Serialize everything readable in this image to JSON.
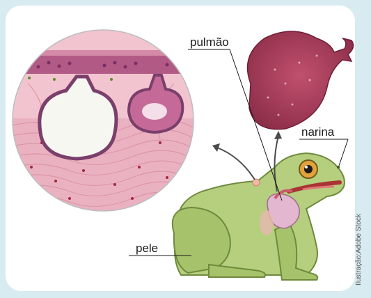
{
  "labels": {
    "pulmao": "pulmão",
    "narina": "narina",
    "pele": "pele"
  },
  "credit": "Ilustração:Adobe Stock",
  "colors": {
    "background": "#d8ebf0",
    "panel": "#ffffff",
    "frog_body": "#b5cf7e",
    "frog_outline": "#6e8a3c",
    "tissue": "#efbcc8",
    "lung": "#8e2f4a"
  }
}
